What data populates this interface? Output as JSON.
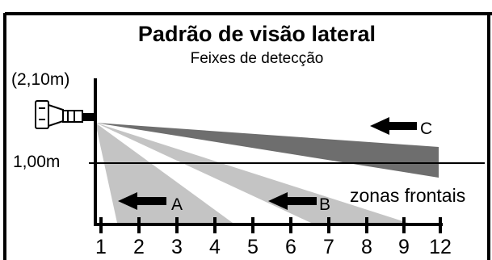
{
  "diagram": {
    "title": "Padrão de visão lateral",
    "subtitle": "Feixes de detecção",
    "height_label": "(2,10m)",
    "midline_label": "1,00m",
    "zones_label": "zonas frontais",
    "beams": [
      {
        "label": "A",
        "color": "#c4c4c4"
      },
      {
        "label": "B",
        "color": "#c4c4c4"
      },
      {
        "label": "C",
        "color": "#6e6e6e"
      }
    ],
    "x_ticks": [
      "1",
      "2",
      "3",
      "4",
      "5",
      "6",
      "7",
      "8",
      "9",
      "12"
    ]
  }
}
